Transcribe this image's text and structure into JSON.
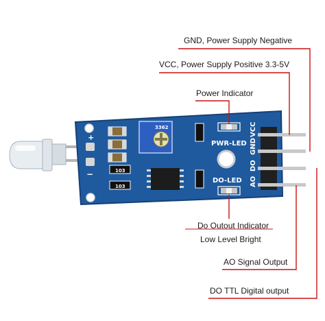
{
  "colors": {
    "pcb": "#1f5a9e",
    "pcb_dark": "#173f75",
    "leader": "#cc1111",
    "pins": "#c9c9c9",
    "header": "#202020",
    "pot": "#2d5fc0",
    "led_body": "#e9eef2"
  },
  "annotations": {
    "gnd": "GND, Power Supply Negative",
    "vcc": "VCC, Power Supply Positive 3.3-5V",
    "power_indicator": "Power Indicator",
    "do_indicator_1": "Do Outout Indicator",
    "do_indicator_2": "Low Level Bright",
    "ao_output": "AO Signal Output",
    "do_output": "DO TTL Digital output"
  },
  "silkscreen": {
    "pwr_led": "PWR-LED",
    "do_led": "DO-LED",
    "pin_vcc": "VCC",
    "pin_gnd": "GND",
    "pin_do": "DO",
    "pin_ao": "AO",
    "pot_code": "3362",
    "res_code_1": "103",
    "res_code_2": "103",
    "plus_sign": "+",
    "minus_sign": "−"
  }
}
